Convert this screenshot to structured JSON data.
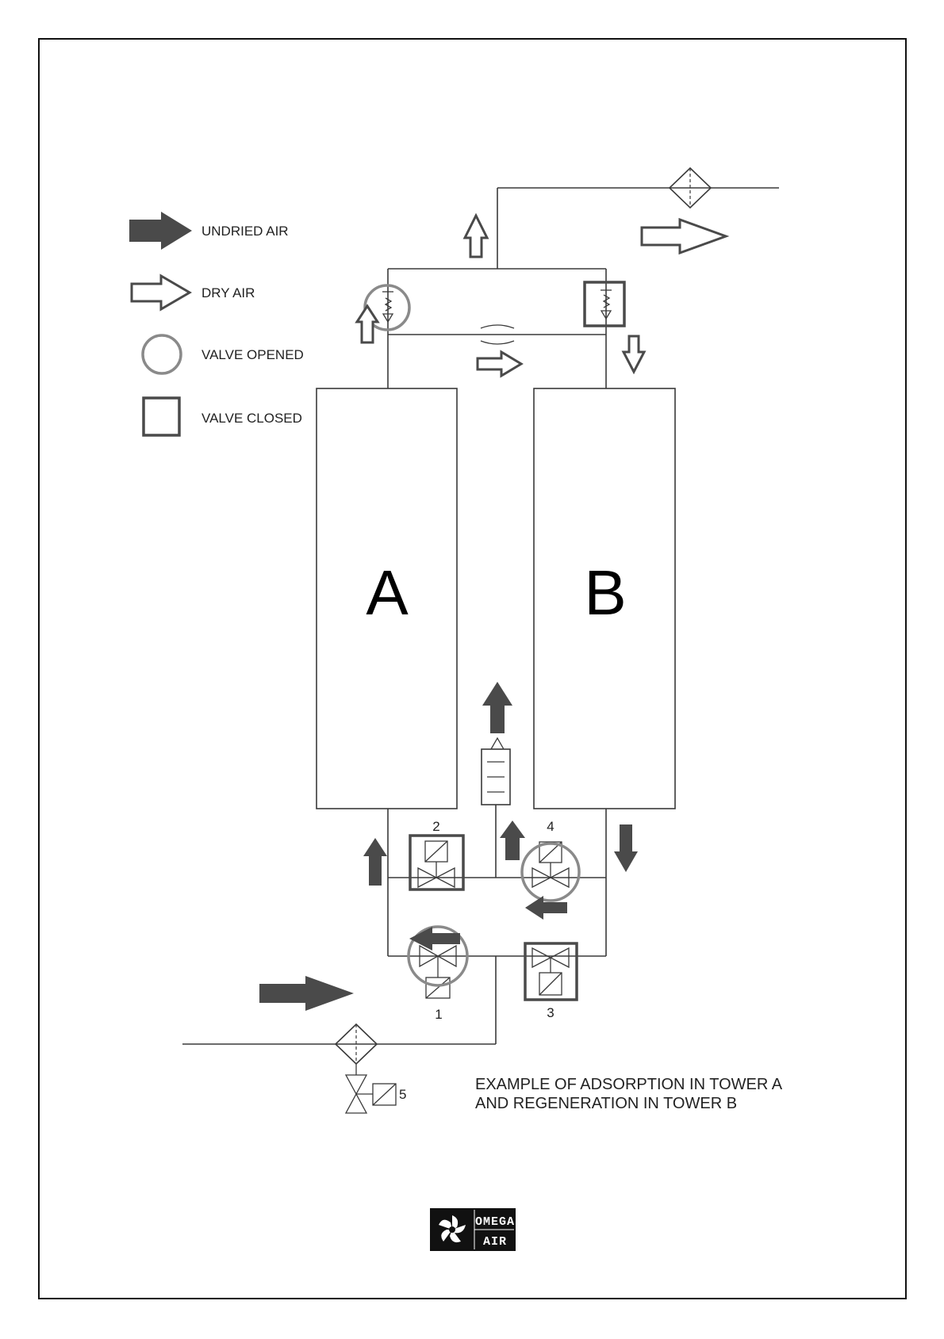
{
  "legend": {
    "undried_air": "UNDRIED AIR",
    "dry_air": "DRY AIR",
    "valve_opened": "VALVE OPENED",
    "valve_closed": "VALVE CLOSED"
  },
  "towers": {
    "a": "A",
    "b": "B"
  },
  "valves": {
    "v1": "1",
    "v2": "2",
    "v3": "3",
    "v4": "4",
    "v5": "5"
  },
  "caption": {
    "line1": "EXAMPLE OF ADSORPTION IN TOWER A",
    "line2": "AND REGENERATION IN TOWER B"
  },
  "logo": {
    "line1": "OMEGA",
    "line2": "AIR"
  },
  "colors": {
    "undried": "#4a4a4a",
    "valve_open": "#8a8a8a",
    "valve_closed": "#4a4a4a"
  }
}
